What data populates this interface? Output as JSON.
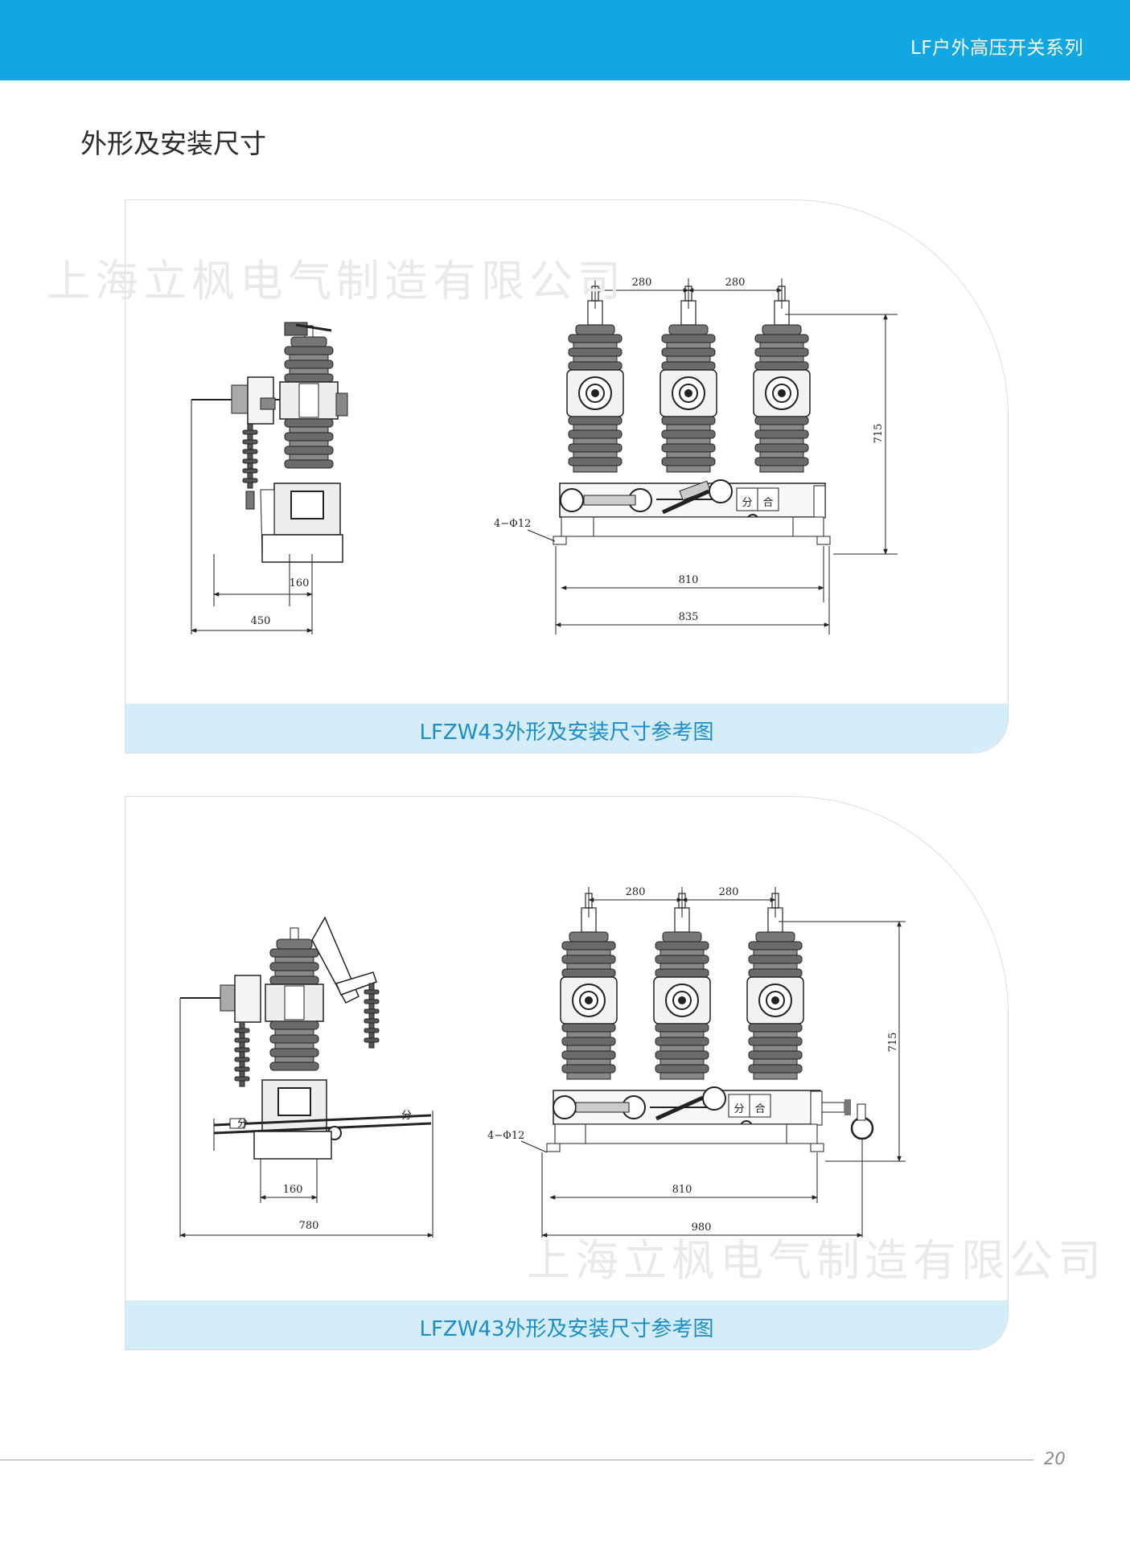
{
  "header": {
    "title": "LF户外高压开关系列",
    "color": "#11a7e2"
  },
  "section": {
    "title": "外形及安装尺寸"
  },
  "watermark": "上海立枫电气制造有限公司",
  "panels": [
    {
      "caption": "LFZW43外形及安装尺寸参考图",
      "side_dims": {
        "inner": "160",
        "outer": "450"
      },
      "front_dims": {
        "spacing_left": "280",
        "spacing_right": "280",
        "height": "715",
        "hole": "4−Φ12",
        "inner_width": "810",
        "outer_width": "835"
      },
      "labels": {
        "open": "分",
        "close": "合"
      }
    },
    {
      "caption": "LFZW43外形及安装尺寸参考图",
      "side_dims": {
        "inner": "160",
        "outer": "780"
      },
      "front_dims": {
        "spacing_left": "280",
        "spacing_right": "280",
        "height": "715",
        "hole": "4−Φ12",
        "inner_width": "810",
        "outer_width": "980"
      },
      "labels": {
        "open": "分",
        "close": "合"
      }
    }
  ],
  "footer": {
    "page_number": "20"
  }
}
